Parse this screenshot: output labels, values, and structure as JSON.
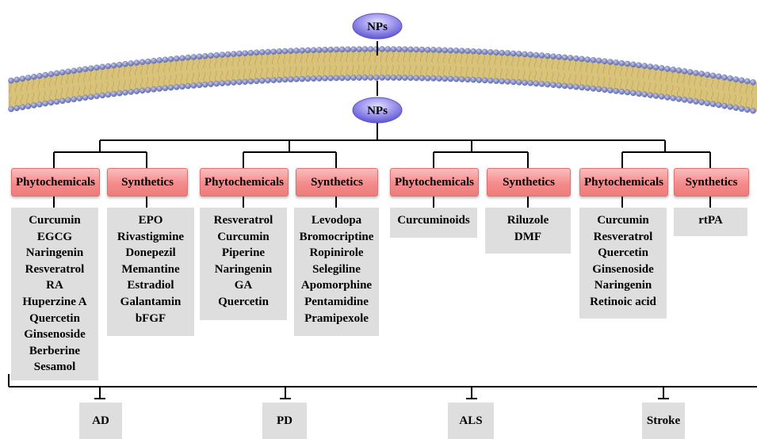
{
  "np_label_top": "NPs",
  "np_label_inner": "NPs",
  "groups": [
    {
      "disease": "AD",
      "phytochemicals": {
        "label": "Phytochemicals",
        "items": [
          "Curcumin",
          "EGCG",
          "Naringenin",
          "Resveratrol",
          "RA",
          "Huperzine A",
          "Quercetin",
          "Ginsenoside",
          "Berberine",
          "Sesamol"
        ]
      },
      "synthetics": {
        "label": "Synthetics",
        "items": [
          "EPO",
          "Rivastigmine",
          "Donepezil",
          "Memantine",
          "Estradiol",
          "Galantamin",
          "bFGF"
        ]
      }
    },
    {
      "disease": "PD",
      "phytochemicals": {
        "label": "Phytochemicals",
        "items": [
          "Resveratrol",
          "Curcumin",
          "Piperine",
          "Naringenin",
          "GA",
          "Quercetin"
        ]
      },
      "synthetics": {
        "label": "Synthetics",
        "items": [
          "Levodopa",
          "Bromocriptine",
          "Ropinirole",
          "Selegiline",
          "Apomorphine",
          "Pentamidine",
          "Pramipexole"
        ]
      }
    },
    {
      "disease": "ALS",
      "phytochemicals": {
        "label": "Phytochemicals",
        "items": [
          "Curcuminoids"
        ]
      },
      "synthetics": {
        "label": "Synthetics",
        "items": [
          "Riluzole",
          "DMF"
        ]
      }
    },
    {
      "disease": "Stroke",
      "phytochemicals": {
        "label": "Phytochemicals",
        "items": [
          "Curcumin",
          "Resveratrol",
          "Quercetin",
          "Ginsenoside",
          "Naringenin",
          "Retinoic acid"
        ]
      },
      "synthetics": {
        "label": "Synthetics",
        "items": [
          "rtPA"
        ]
      }
    }
  ],
  "colors": {
    "np_ellipse": "#7b72e0",
    "membrane_head": "#6f78b6",
    "membrane_tail": "#d9c27a",
    "category_box": "#f48b8b",
    "list_box": "#dedede",
    "lines": "#000000"
  }
}
